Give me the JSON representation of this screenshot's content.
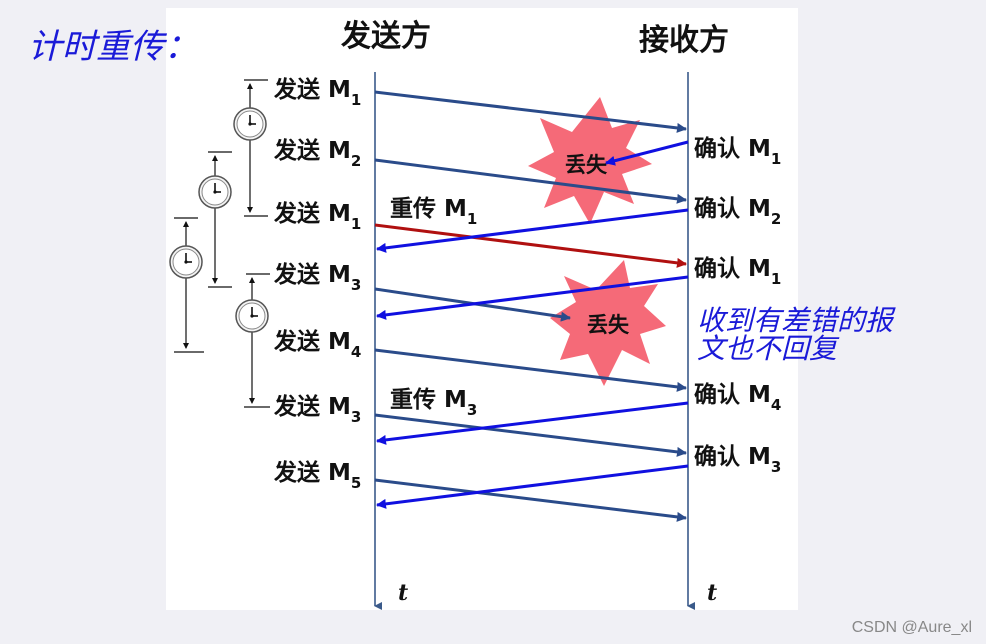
{
  "title": "计时重传：",
  "sender_heading": "发送方",
  "receiver_heading": "接收方",
  "time_label": "t",
  "note": {
    "line1": "收到有差错的报",
    "line2": "文也不回复"
  },
  "lost_label": "丢失",
  "watermark": "CSDN @Aure_xl",
  "sender_events": [
    {
      "text": "发送 M",
      "sub": "1"
    },
    {
      "text": "发送 M",
      "sub": "2"
    },
    {
      "text": "发送 M",
      "sub": "1"
    },
    {
      "text": "发送 M",
      "sub": "3"
    },
    {
      "text": "发送 M",
      "sub": "4"
    },
    {
      "text": "发送 M",
      "sub": "3"
    },
    {
      "text": "发送 M",
      "sub": "5"
    }
  ],
  "receiver_events": [
    {
      "text": "确认 M",
      "sub": "1"
    },
    {
      "text": "确认 M",
      "sub": "2"
    },
    {
      "text": "确认 M",
      "sub": "1"
    },
    {
      "text": "确认 M",
      "sub": "4"
    },
    {
      "text": "确认 M",
      "sub": "3"
    }
  ],
  "retransmit_labels": [
    {
      "text": "重传 M",
      "sub": "1"
    },
    {
      "text": "重传 M",
      "sub": "3"
    }
  ],
  "colors": {
    "title": "#1a1ad8",
    "data_arrow": "#2a4b8a",
    "ack_arrow": "#1010e0",
    "retransmit_arrow": "#b01010",
    "loss_burst": "#f56a78",
    "timeline": "#3a5a8a"
  }
}
